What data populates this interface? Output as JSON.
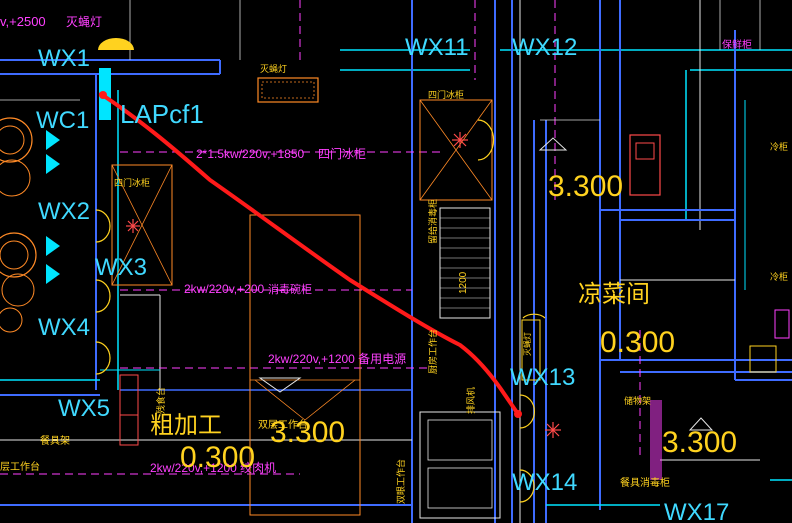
{
  "colors": {
    "background": "#000000",
    "wall_cyan": "#00e5ff",
    "wall_blue": "#3f6cff",
    "grid_white": "#e6e6e6",
    "label_cyan": "#40d9ff",
    "label_yellow": "#ffd21f",
    "label_magenta": "#ff40ff",
    "label_red": "#ff4a4a",
    "markup_red": "#ff1a1a",
    "equipment_orange": "#ff8a26"
  },
  "labels": {
    "top_circuit": "v,+2500",
    "top_lamp": "灭蝇灯",
    "wx1": "WX1",
    "lapcf1": "LAPcf1",
    "wc1": "WC1",
    "wx2": "WX2",
    "wx3": "WX3",
    "wx4": "WX4",
    "wx5": "WX5",
    "wx11": "WX11",
    "wx12": "WX12",
    "wx13": "WX13",
    "wx14": "WX14",
    "wx17": "WX17",
    "power_1": "2*1.5kw/220v,+1850",
    "two_door_cabinet": "四门冰柜",
    "power_2": "2kw/220v,+200",
    "cabinet_2": "消毒碗柜",
    "power_3": "2kw/220v,+1200 备用电源",
    "power_4": "2kw/220v,+1200 绞肉机",
    "elev_1": "3.300",
    "elev_2": "3.300",
    "elev_3": "0.300",
    "elev_4": "0.300",
    "elev_5": "3.300",
    "room_cold_dish": "凉菜间",
    "room_rough": "粗加工",
    "small_fridge_left": "四门冰柜",
    "small_fridge_right": "四门冰柜",
    "small_lamp": "灭蝇灯",
    "small_lamp_2": "灭蝇灯",
    "wash_sink": "双层工作台",
    "sink_label": "餐具架",
    "rack": "储物架",
    "dish_cab": "餐具消毒柜",
    "right_tag": "保鲜柜",
    "side_text_1": "冷柜",
    "side_text_2": "冷柜",
    "bottom_left": "层工作台",
    "bottom_mid": "双眼工作台",
    "tall_dim": "1200",
    "misc_1": "留给消毒柜",
    "misc_2": "残食台",
    "misc_3": "厨房工作台",
    "misc_4": "排风机"
  }
}
